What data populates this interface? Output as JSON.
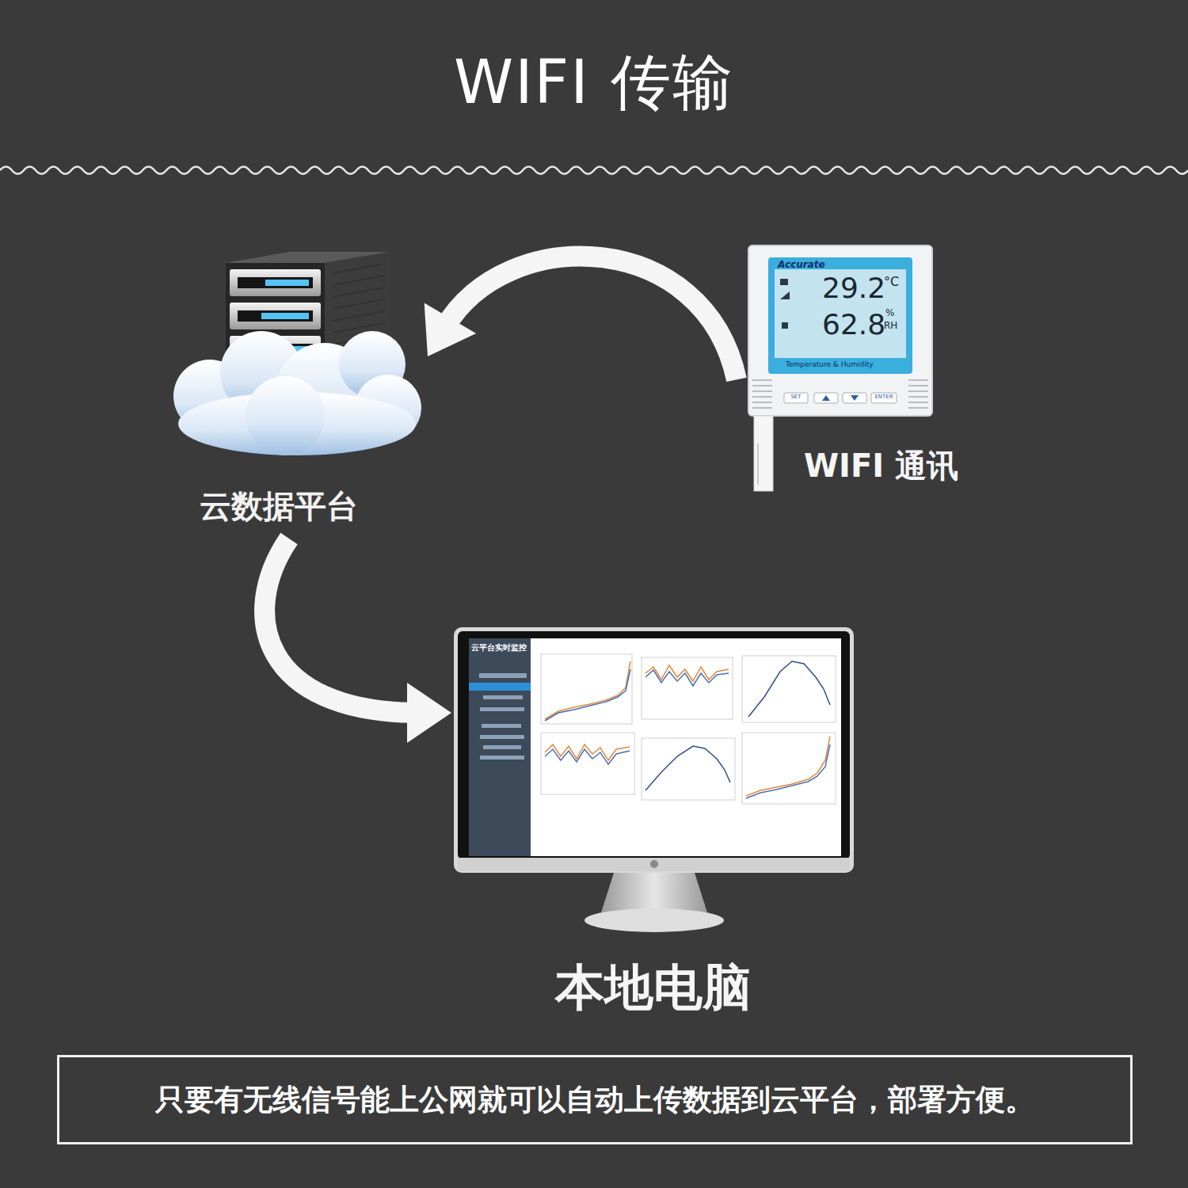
{
  "diagram": {
    "title": "WIFI 传输",
    "caption": "只要有无线信号能上公网就可以自动上传数据到云平台，部署方便。",
    "nodes": [
      {
        "text": [
          "云数据平台"
        ]
      },
      {
        "text": [
          "WIFI 通讯"
        ]
      },
      {
        "text": [
          "本地电脑"
        ]
      }
    ],
    "edges": [
      {
        "from": 1,
        "to": 0,
        "arrow": "to"
      },
      {
        "from": 0,
        "to": 2,
        "arrow": "to"
      }
    ],
    "labels": [
      "Accurate",
      "29.2",
      "°C",
      "62.8",
      "%",
      "RH",
      "Temperature & Humidity",
      "SET",
      "ENTER",
      "云平台实时监控"
    ]
  }
}
